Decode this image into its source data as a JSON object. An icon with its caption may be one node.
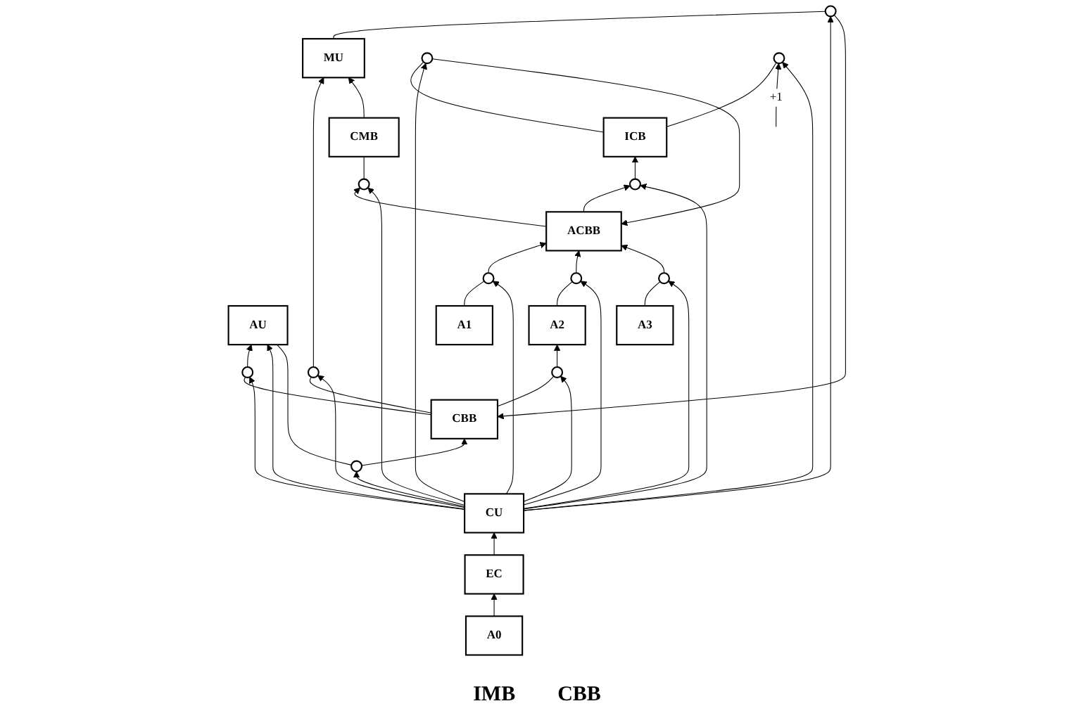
{
  "diagram": {
    "nodes": [
      {
        "text": [
          "CBB"
        ]
      },
      {
        "text": [],
        "shape": "circle"
      },
      {
        "text": [],
        "shape": "circle"
      },
      {
        "text": [],
        "shape": "circle"
      },
      {
        "text": [],
        "shape": "circle"
      },
      {
        "text": [
          "AU"
        ]
      },
      {
        "text": [
          "MU"
        ]
      },
      {
        "text": [
          "CU"
        ]
      },
      {
        "text": [
          "CMB"
        ]
      },
      {
        "text": [],
        "shape": "circle"
      },
      {
        "text": [
          "EC"
        ]
      },
      {
        "text": [
          "ACBB"
        ]
      },
      {
        "text": [],
        "shape": "circle"
      },
      {
        "text": [],
        "shape": "circle"
      },
      {
        "text": [],
        "shape": "circle"
      },
      {
        "text": [],
        "shape": "circle"
      },
      {
        "text": [],
        "shape": "circle"
      },
      {
        "text": [
          "A0"
        ]
      },
      {
        "text": [
          "A1"
        ]
      },
      {
        "text": [
          "A2"
        ]
      },
      {
        "text": [
          "A3"
        ]
      },
      {
        "text": [
          "ICB"
        ]
      },
      {
        "text": [],
        "shape": "circle"
      },
      {
        "text": [],
        "shape": "circle"
      }
    ],
    "edges": [
      {
        "from": 5,
        "to": 1,
        "arrow": "none"
      },
      {
        "from": 1,
        "to": 0,
        "arrow": "to"
      },
      {
        "from": 0,
        "to": 2,
        "arrow": "none"
      },
      {
        "from": 2,
        "to": 5,
        "arrow": "to"
      },
      {
        "from": 0,
        "to": 3,
        "arrow": "none"
      },
      {
        "from": 3,
        "to": 6,
        "arrow": "to"
      },
      {
        "from": 6,
        "to": 4,
        "arrow": "none"
      },
      {
        "from": 4,
        "to": 0,
        "arrow": "to"
      },
      {
        "from": 8,
        "to": 6,
        "arrow": "to"
      },
      {
        "from": 9,
        "to": 8,
        "arrow": "none"
      },
      {
        "from": 11,
        "to": 9,
        "arrow": "to"
      },
      {
        "from": 7,
        "to": 5,
        "arrow": "to"
      },
      {
        "from": 10,
        "to": 7,
        "arrow": "to"
      },
      {
        "from": 17,
        "to": 10,
        "arrow": "to"
      },
      {
        "from": 18,
        "to": 12,
        "arrow": "none"
      },
      {
        "from": 12,
        "to": 11,
        "arrow": "to"
      },
      {
        "from": 19,
        "to": 13,
        "arrow": "none"
      },
      {
        "from": 13,
        "to": 11,
        "arrow": "to"
      },
      {
        "from": 20,
        "to": 14,
        "arrow": "none"
      },
      {
        "from": 14,
        "to": 11,
        "arrow": "to"
      },
      {
        "from": 11,
        "to": 15,
        "arrow": "to"
      },
      {
        "from": 15,
        "to": 21,
        "arrow": "to"
      },
      {
        "from": 21,
        "to": 16,
        "arrow": "none"
      },
      {
        "from": 16,
        "to": 11,
        "arrow": "to"
      },
      {
        "from": 21,
        "to": 22,
        "arrow": "none"
      },
      {
        "from": null,
        "to": 22,
        "arrow": "to",
        "label": "+1"
      },
      {
        "from": 0,
        "to": 23,
        "arrow": "none"
      },
      {
        "from": 23,
        "to": 19,
        "arrow": "to"
      },
      {
        "from": 7,
        "to": 1,
        "arrow": "to"
      },
      {
        "from": 7,
        "to": 2,
        "arrow": "to"
      },
      {
        "from": 7,
        "to": 3,
        "arrow": "to"
      },
      {
        "from": 7,
        "to": 4,
        "arrow": "to"
      },
      {
        "from": 7,
        "to": 9,
        "arrow": "to"
      },
      {
        "from": 7,
        "to": 23,
        "arrow": "to"
      },
      {
        "from": 7,
        "to": 12,
        "arrow": "to"
      },
      {
        "from": 7,
        "to": 13,
        "arrow": "to"
      },
      {
        "from": 7,
        "to": 14,
        "arrow": "to"
      },
      {
        "from": 7,
        "to": 15,
        "arrow": "to"
      },
      {
        "from": 7,
        "to": 16,
        "arrow": "to"
      },
      {
        "from": 7,
        "to": 22,
        "arrow": "to"
      }
    ],
    "labels": [
      "IMB",
      "CBB"
    ]
  }
}
